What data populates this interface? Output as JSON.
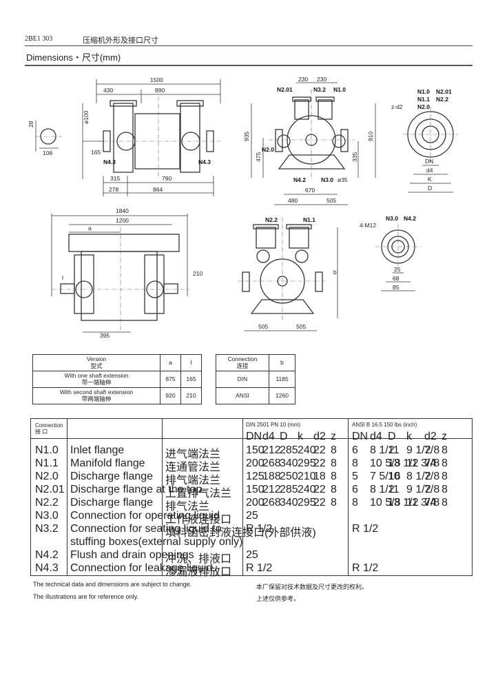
{
  "header": {
    "code": "2BE1 303",
    "title": "压缩机外形及接口尺寸"
  },
  "section_title": "Dimensions・尺寸(mm)",
  "drawing_labels": {
    "top_left": [
      "1500",
      "430",
      "890",
      "ø100",
      "28",
      "106",
      "165",
      "N4.3",
      "N4.3",
      "315",
      "790",
      "278",
      "864"
    ],
    "top_middle": [
      "230",
      "230",
      "N2.01",
      "N3.2",
      "N1.0",
      "935",
      "910",
      "N2.0",
      "475",
      "335",
      "N4.2",
      "N3.0",
      "ø35",
      "670",
      "480",
      "505"
    ],
    "top_right": [
      "N1.0",
      "N2.01",
      "N1.1",
      "N2.2",
      "N2.0",
      "z-d2",
      "DN",
      "d4",
      "K",
      "D"
    ],
    "bottom_left": [
      "1840",
      "1200",
      "a",
      "l",
      "210",
      "395"
    ],
    "bottom_middle": [
      "N2.2",
      "N1.1",
      "b",
      "505",
      "505"
    ],
    "bottom_right": [
      "N3.0",
      "N4.2",
      "4-M12",
      "25",
      "68",
      "85"
    ]
  },
  "version_table": {
    "header": {
      "label_en": "Version",
      "label_zh": "型式",
      "col_a": "a",
      "col_l": "l"
    },
    "rows": [
      {
        "en": "With one shaft extension",
        "zh": "带一端轴伸",
        "a": "875",
        "l": "165"
      },
      {
        "en": "With second shaft extension",
        "zh": "带两端轴伸",
        "a": "920",
        "l": "210"
      }
    ]
  },
  "connection_table": {
    "header": {
      "label_en": "Connection",
      "label_zh": "连接",
      "col_b": "b"
    },
    "rows": [
      {
        "name": "DIN",
        "b": "1185"
      },
      {
        "name": "ANSI",
        "b": "1260"
      }
    ]
  },
  "main_table": {
    "connection_label_en": "Connection",
    "connection_label_zh": "接  口",
    "din_title": "DIN 2501 PN 10 (mm)",
    "ansi_title": "ANSI B 16.5 150 lbs (inch)",
    "din_cols": [
      "DN",
      "d4",
      "D",
      "k",
      "d2",
      "z"
    ],
    "ansi_cols": [
      "DN",
      "d4",
      "D",
      "k",
      "d2",
      "z"
    ],
    "rows": [
      {
        "code": "N1.0",
        "en": "Inlet flange",
        "zh": "进气端法兰",
        "din": [
          "150",
          "212",
          "285",
          "240",
          "22",
          "8"
        ],
        "ansi": [
          "6",
          "8 1/2",
          "11",
          "9 1/2",
          "7/8",
          "8"
        ]
      },
      {
        "code": "N1.1",
        "en": "Manifold flange",
        "zh": "连通管法兰",
        "din": [
          "200",
          "268",
          "340",
          "295",
          "22",
          "8"
        ],
        "ansi": [
          "8",
          "10 5/8",
          "13 1/2",
          "11 3/4",
          "7/8",
          "8"
        ]
      },
      {
        "code": "N2.0",
        "en": "Discharge flange",
        "zh": "排气端法兰",
        "din": [
          "125",
          "188",
          "250",
          "210",
          "18",
          "8"
        ],
        "ansi": [
          "5",
          "7 5/16",
          "10",
          "8 1/2",
          "7/8",
          "8"
        ]
      },
      {
        "code": "N2.01",
        "en": "Discharge flange at the top",
        "zh": "上置排气法兰",
        "din": [
          "150",
          "212",
          "285",
          "240",
          "22",
          "8"
        ],
        "ansi": [
          "6",
          "8 1/2",
          "11",
          "9 1/2",
          "7/8",
          "8"
        ]
      },
      {
        "code": "N2.2",
        "en": "Discharge flange",
        "zh": "排气法兰",
        "din": [
          "200",
          "268",
          "340",
          "295",
          "22",
          "8"
        ],
        "ansi": [
          "8",
          "10 5/8",
          "13 1/2",
          "11 3/4",
          "7/8",
          "8"
        ]
      },
      {
        "code": "N3.0",
        "en": "Connection for operating liquid",
        "zh": "工作液连接口",
        "din": [
          "25"
        ],
        "ansi": []
      },
      {
        "code": "N3.2",
        "en": "Connection for seating liquid to",
        "en2": "stuffing boxes(external supply only)",
        "zh": "填料函密封液连接口(外部供液)",
        "din": [
          "R 1/2"
        ],
        "ansi": [
          "R 1/2"
        ]
      },
      {
        "code": "N4.2",
        "en": "Flush and drain openings",
        "zh": "冲洗、排液口",
        "din": [
          "25"
        ],
        "ansi": []
      },
      {
        "code": "N4.3",
        "en": "Connection for leakage liquid",
        "zh": "渗漏液排放口",
        "din": [
          "R 1/2"
        ],
        "ansi": [
          "R 1/2"
        ]
      }
    ]
  },
  "notes": {
    "en1": "The technical data and dimensions are subject to change.",
    "en2": "The illustrations are for reference only.",
    "zh1": "本厂保留对技术数据及尺寸更改的权利。",
    "zh2": "上述仅供参考。"
  }
}
